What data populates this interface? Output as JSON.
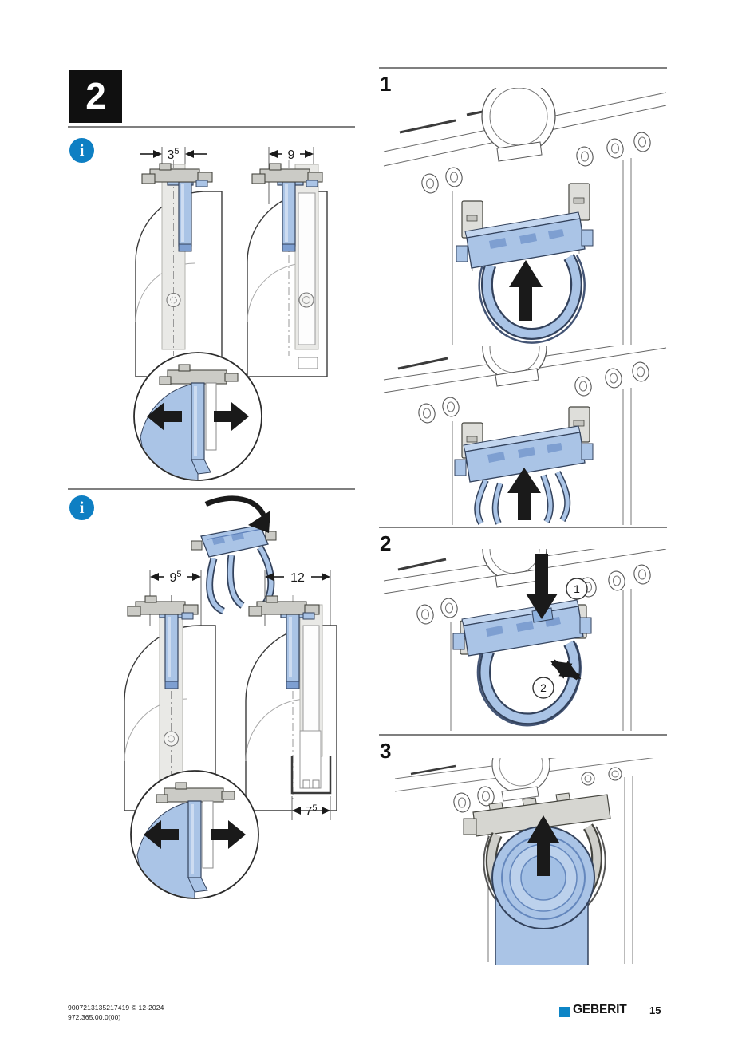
{
  "header": {
    "step_box_label": "2"
  },
  "info_icon_glyph": "i",
  "left_column": {
    "section_a": {
      "dim_left_base": "3",
      "dim_left_sup": "5",
      "dim_right_base": "9",
      "dim_right_sup": ""
    },
    "section_b": {
      "dim_left_base": "9",
      "dim_left_sup": "5",
      "dim_right_base": "12",
      "dim_right_sup": "",
      "dim_bottom_base": "7",
      "dim_bottom_sup": "5"
    }
  },
  "right_column": {
    "step1_label": "1",
    "step2_label": "2",
    "step3_label": "3",
    "step2_callout_1": "1",
    "step2_callout_2": "2"
  },
  "footer": {
    "doc_line1": "9007213135217419 © 12-2024",
    "doc_line2": "972.365.00.0(00)",
    "brand": "GEBERIT",
    "page_number": "15"
  },
  "colors": {
    "info_icon_blue": "#0e7fc3",
    "geberit_blue": "#0d85c6",
    "part_blue": "#aac4e6",
    "part_blue_light": "#c3d6ef",
    "part_blue_dark": "#7e9fd1",
    "part_gray": "#cbcbc6",
    "outline_dark": "#33425c",
    "arrow_black": "#1a1a1a",
    "step_box_black": "#101010"
  }
}
